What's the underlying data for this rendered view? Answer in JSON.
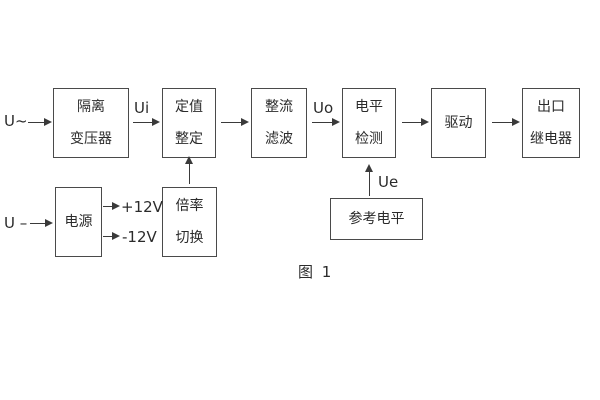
{
  "diagram": {
    "caption": "图 1",
    "boxes": {
      "isolation_transformer": {
        "line1": "隔离",
        "line2": "变压器"
      },
      "setting_adjust": {
        "line1": "定值",
        "line2": "整定"
      },
      "rectifier_filter": {
        "line1": "整流",
        "line2": "滤波"
      },
      "level_detect": {
        "line1": "电平",
        "line2": "检测"
      },
      "driver": {
        "line1": "驱动"
      },
      "output_relay": {
        "line1": "出口",
        "line2": "继电器"
      },
      "power_supply": {
        "line1": "电源"
      },
      "ratio_switch": {
        "line1": "倍率",
        "line2": "切换"
      },
      "reference_level": {
        "line1": "参考电平"
      }
    },
    "signals": {
      "input_ac": "U~",
      "input_dc": "U –",
      "ui": "Ui",
      "uo": "Uo",
      "ue": "Ue",
      "rail_pos": "+12V",
      "rail_neg": "-12V"
    },
    "colors": {
      "line": "#3a3a3a",
      "border": "#4a4a4a",
      "text": "#2b2b2b",
      "background": "#ffffff"
    }
  }
}
